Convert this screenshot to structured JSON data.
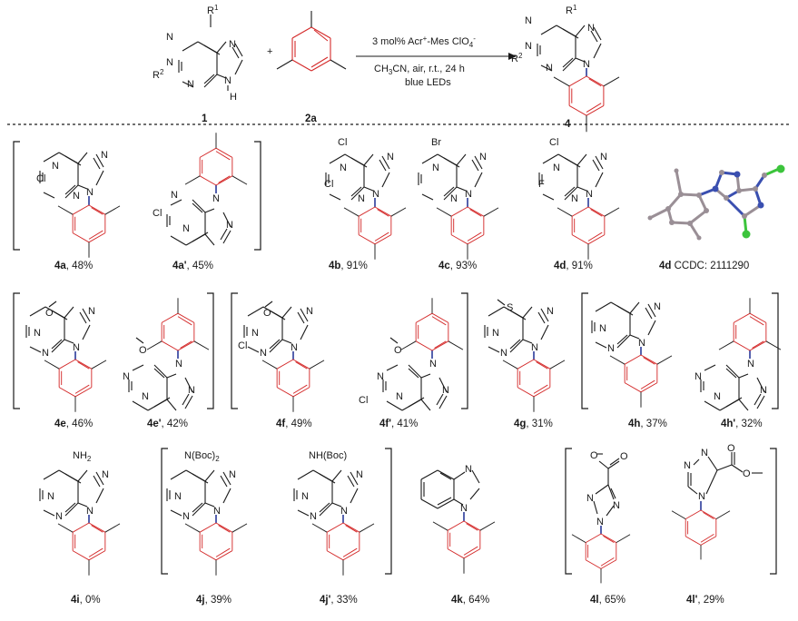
{
  "scheme": {
    "reactant1": {
      "number": "1",
      "r1": "R",
      "r1_sup": "1",
      "r2": "R",
      "r2_sup": "2",
      "nh": "N",
      "h": "H"
    },
    "plus": "+",
    "reactant2": {
      "number": "2a"
    },
    "conditions": {
      "line1_pre": "3 mol% Acr",
      "line1_sup1": "+",
      "line1_mid": "-Mes ClO",
      "line1_sub": "4",
      "line1_sup2": "-",
      "line2_pre": "CH",
      "line2_sub": "3",
      "line2_post": "CN, air, r.t., 24 h",
      "line3": "blue LEDs"
    },
    "product": {
      "number": "4",
      "r1": "R",
      "r1_sup": "1",
      "r2": "R",
      "r2_sup": "2"
    }
  },
  "atoms": {
    "N": "N",
    "Cl": "Cl",
    "Br": "Br",
    "F": "F",
    "O": "O",
    "S": "S",
    "NH2": "NH",
    "NH2_sub": "2",
    "NBoc2": "N(Boc)",
    "NBoc2_sub": "2",
    "NHBoc": "NH(Boc)"
  },
  "captions": [
    {
      "id": "4a",
      "bold": "4a",
      "rest": ", 48%"
    },
    {
      "id": "4a'",
      "bold": "4a'",
      "rest": ", 45%"
    },
    {
      "id": "4b",
      "bold": "4b",
      "rest": ", 91%"
    },
    {
      "id": "4c",
      "bold": "4c",
      "rest": ", 93%"
    },
    {
      "id": "4d",
      "bold": "4d",
      "rest": ", 91%"
    },
    {
      "id": "4d-xray",
      "bold": "4d",
      "rest": " CCDC: 2111290"
    },
    {
      "id": "4e",
      "bold": "4e",
      "rest": ", 46%"
    },
    {
      "id": "4e'",
      "bold": "4e'",
      "rest": ", 42%"
    },
    {
      "id": "4f",
      "bold": "4f",
      "rest": ", 49%"
    },
    {
      "id": "4f'",
      "bold": "4f'",
      "rest": ", 41%"
    },
    {
      "id": "4g",
      "bold": "4g",
      "rest": ", 31%"
    },
    {
      "id": "4h",
      "bold": "4h",
      "rest": ", 37%"
    },
    {
      "id": "4h'",
      "bold": "4h'",
      "rest": ", 32%"
    },
    {
      "id": "4i",
      "bold": "4i",
      "rest": ", 0%"
    },
    {
      "id": "4j",
      "bold": "4j",
      "rest": ", 39%"
    },
    {
      "id": "4j'",
      "bold": "4j'",
      "rest": ", 33%"
    },
    {
      "id": "4k",
      "bold": "4k",
      "rest": ", 64%"
    },
    {
      "id": "4l",
      "bold": "4l",
      "rest": ", 65%"
    },
    {
      "id": "4l'",
      "bold": "4l'",
      "rest": ", 29%"
    }
  ],
  "colors": {
    "mesityl": "#d42a2a",
    "new_bond": "#2a3a9a",
    "ink": "#1a1a1a",
    "cl_atom": "#3cc43c",
    "n_atom": "#3a4fb0",
    "c_atom": "#9a8f96"
  }
}
